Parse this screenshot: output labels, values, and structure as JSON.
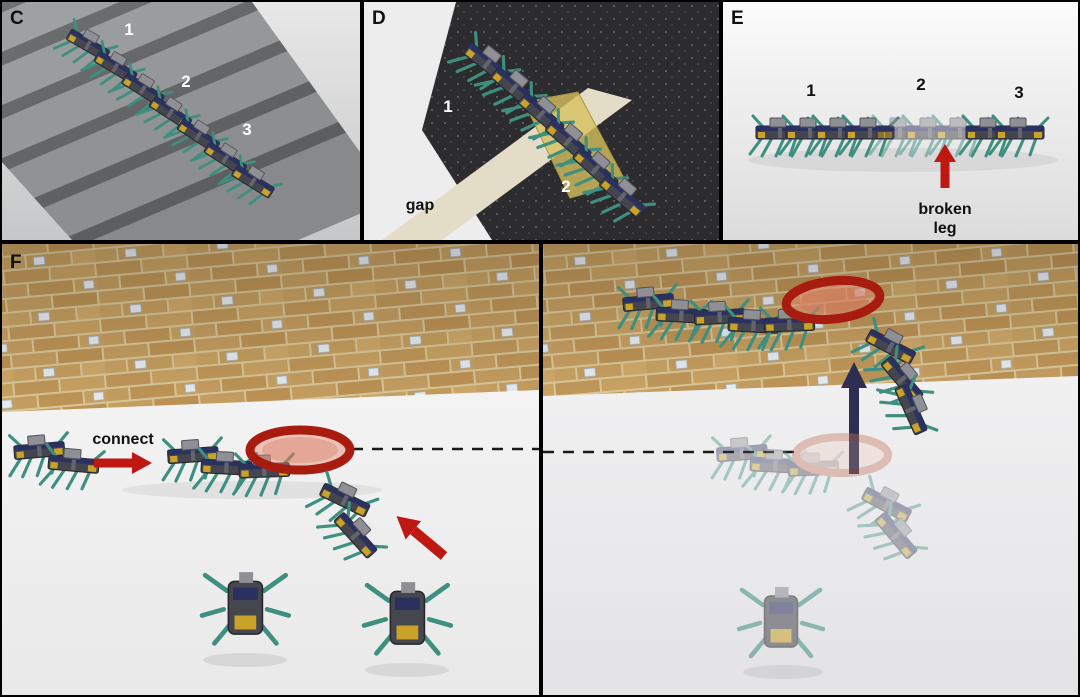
{
  "panels": {
    "c": {
      "label": "C",
      "markers": [
        "1",
        "2",
        "3"
      ]
    },
    "d": {
      "label": "D",
      "markers": [
        "1",
        "2"
      ],
      "gap_label": "gap"
    },
    "e": {
      "label": "E",
      "markers": [
        "1",
        "2",
        "3"
      ],
      "annotation": {
        "line1": "broken",
        "line2": "leg"
      }
    },
    "f": {
      "label": "F",
      "connect_label": "connect"
    }
  },
  "colors": {
    "ring_stroke": "#a81c10",
    "ring_fill": "#e2876c",
    "ghost_ring_stroke": "#c4755c",
    "arrow_red": "#bf1812",
    "arrow_navy": "#2e2d52",
    "leg_teal": "#3e8f7f",
    "accent_yellow": "#c9a227",
    "brick_tan": "#c59e61",
    "plank_yellow": "#d7c25e"
  }
}
